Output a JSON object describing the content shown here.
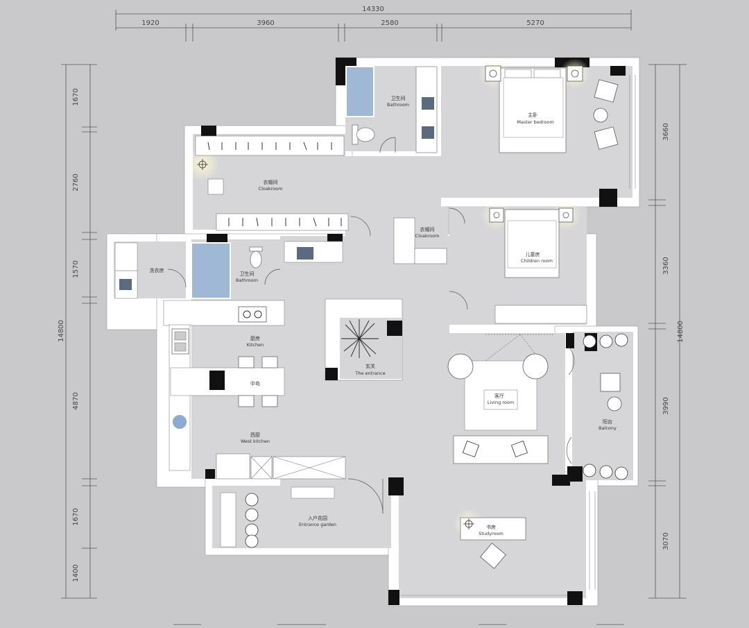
{
  "dimensions": {
    "top_total": "14330",
    "top": [
      "1920",
      "3960",
      "2580",
      "5270"
    ],
    "left_total": "14800",
    "left": [
      "1670",
      "2760",
      "1570",
      "4870",
      "1670",
      "1400"
    ],
    "right_total": "14800",
    "right": [
      "3660",
      "3360",
      "3990",
      "3070"
    ]
  },
  "rooms": {
    "bathroom_top": {
      "cn": "卫生间",
      "en": "Bathroom"
    },
    "master_bedroom": {
      "cn": "主卧",
      "en": "Master bedroom"
    },
    "cloakroom_main": {
      "cn": "衣帽间",
      "en": "Cloakroom"
    },
    "cloakroom_small": {
      "cn": "衣帽间",
      "en": "Cloakroom"
    },
    "children_room": {
      "cn": "儿童房",
      "en": "Children room"
    },
    "laundry": {
      "cn": "洗衣房",
      "en": ""
    },
    "bathroom_mid": {
      "cn": "卫生间",
      "en": "Bathroom"
    },
    "kitchen": {
      "cn": "厨房",
      "en": "Kitchen"
    },
    "island": {
      "cn": "中岛",
      "en": ""
    },
    "entrance": {
      "cn": "玄关",
      "en": "The entrance"
    },
    "living_room": {
      "cn": "客厅",
      "en": "Living room"
    },
    "balcony": {
      "cn": "阳台",
      "en": "Balcony"
    },
    "west_kitchen": {
      "cn": "西厨",
      "en": "West kitchen"
    },
    "entrance_garden": {
      "cn": "入户花园",
      "en": "Entrance garden"
    },
    "study_room": {
      "cn": "书房",
      "en": "Studyroom"
    }
  },
  "colors": {
    "background": "#c9c9cb",
    "floor": "#d6d6d8",
    "wall": "#ffffff",
    "column": "#111111",
    "water": "#9fb8d6",
    "light_glow": "#f3f0c8"
  }
}
